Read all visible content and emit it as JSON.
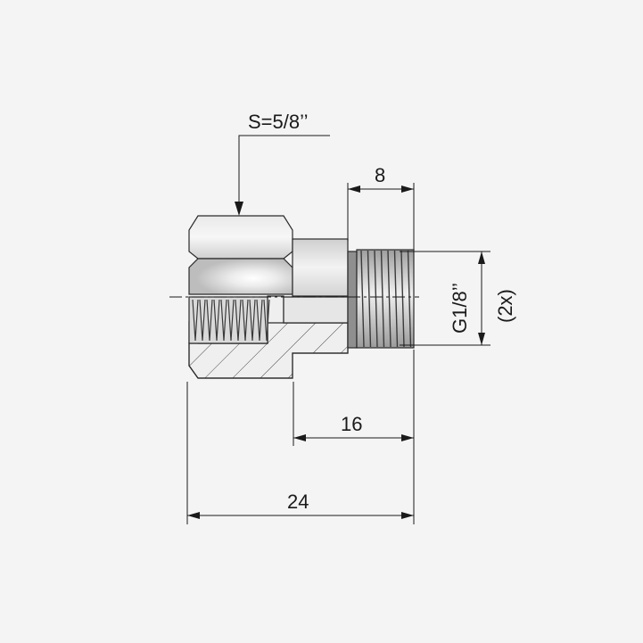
{
  "labels": {
    "hex_size": "S=5/8’’",
    "thread_length": "8",
    "thread_spec": "G1/8’’",
    "thread_qty": "(2x)",
    "body_length": "16",
    "total_length": "24"
  },
  "colors": {
    "background": "#f4f4f4",
    "line": "#1a1a1a",
    "metal_light": "#f2f2f2",
    "metal_mid": "#d6d6d6",
    "metal_dark": "#a8a8a8",
    "section_fill": "#e9e9e9"
  }
}
